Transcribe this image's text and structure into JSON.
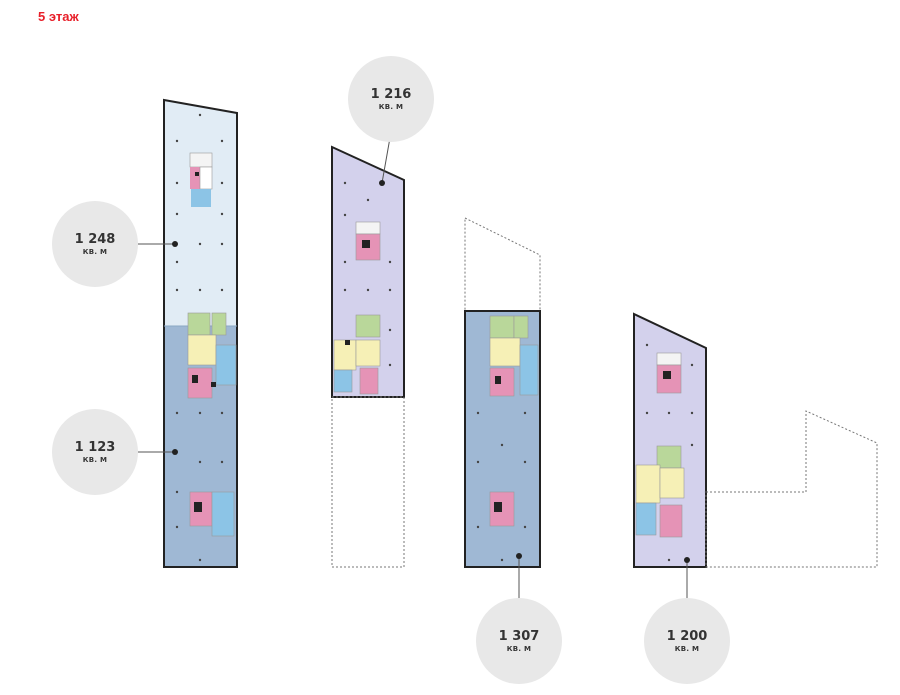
{
  "page": {
    "floor_title": "5 этаж"
  },
  "areas": [
    {
      "id": "b1-top",
      "value": "1 248",
      "unit": "кв. м",
      "fill": "#e1ecf5"
    },
    {
      "id": "b1-bottom",
      "value": "1 123",
      "unit": "кв. м",
      "fill": "#9fb8d4"
    },
    {
      "id": "b2",
      "value": "1 216",
      "unit": "кв. м",
      "fill": "#d3d1ec"
    },
    {
      "id": "b3",
      "value": "1 307",
      "unit": "кв. м",
      "fill": "#9fb8d4"
    },
    {
      "id": "b4",
      "value": "1 200",
      "unit": "кв. м",
      "fill": "#d3d1ec"
    }
  ],
  "colors": {
    "accent": "#e8202a",
    "circle": "#e8e8e8",
    "outline": "#222222",
    "core_pink": "#e593b6",
    "core_green": "#b9d79a",
    "core_yellow": "#f6f0b6",
    "core_blue": "#8cc4e6"
  }
}
